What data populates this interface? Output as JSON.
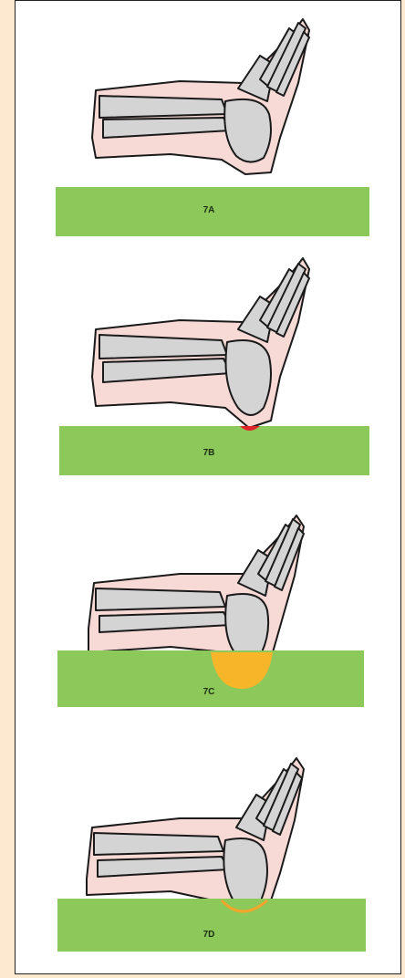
{
  "panels": [
    {
      "label": "7A"
    },
    {
      "label": "7B"
    },
    {
      "label": "7C"
    },
    {
      "label": "7D"
    }
  ],
  "colors": {
    "page_background": "#fde9cf",
    "frame_background": "#ffffff",
    "ground": "#8cc85a",
    "bone": "#d4d4d4",
    "soft_tissue": "#f7d9d6",
    "outline": "#1a1a1a",
    "pressure_7B": "#e0232b",
    "pressure_7C": "#f7b52a",
    "pressure_7D": "#f3a62a"
  },
  "icons": [
    "foot-skeleton-icon"
  ]
}
